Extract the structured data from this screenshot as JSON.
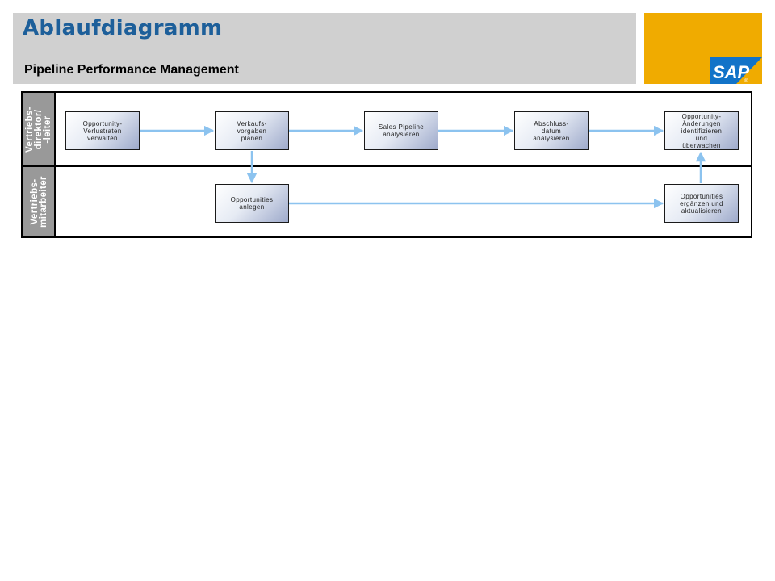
{
  "header": {
    "title": "Ablaufdiagramm",
    "subtitle": "Pipeline Performance Management",
    "title_color": "#1d5f9a",
    "header_bg": "#d0d0d0",
    "brand_color": "#f0ab00",
    "logo_text": "SAP"
  },
  "lanes": [
    {
      "label": "Vertriebs-\ndirektor/\n-leiter"
    },
    {
      "label": "Vertriebs-\nmitarbeiter"
    }
  ],
  "tasks": {
    "t1": "Opportunity-\nVerlustraten\nverwalten",
    "t2": "Verkaufs-\nvorgaben\nplanen",
    "t3": "Sales Pipeline\nanalysieren",
    "t4": "Abschluss-\ndatum\nanalysieren",
    "t5": "Opportunity-\nÄnderungen\nidentifizieren\nund\nüberwachen",
    "t6": "Opportunities\nanlegen",
    "t7": "Opportunities\nergänzen und\naktualisieren"
  },
  "colors": {
    "arrow": "#8cc3ef",
    "lane_label_bg": "#999999"
  }
}
